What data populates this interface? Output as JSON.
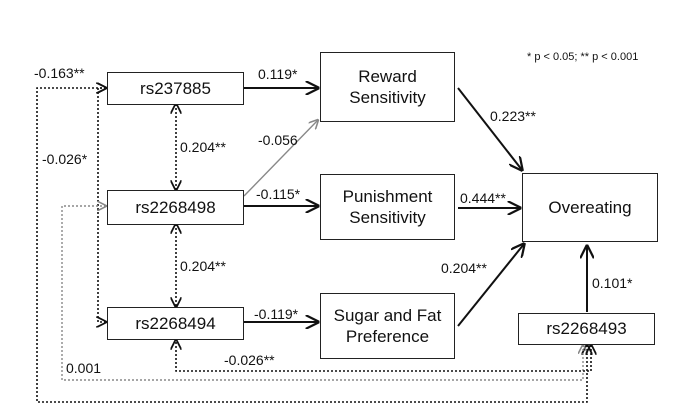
{
  "legend_note": "* p < 0.05; ** p < 0.001",
  "nodes": {
    "rs237885": "rs237885",
    "rs2268498": "rs2268498",
    "rs2268494": "rs2268494",
    "rs2268493": "rs2268493",
    "reward": "Reward\nSensitivity",
    "punishment": "Punishment\nSensitivity",
    "sugar_fat": "Sugar and Fat\nPreference",
    "overeating": "Overeating"
  },
  "paths": {
    "rs237885_reward": "0.119*",
    "rs2268498_reward": "-0.056",
    "rs2268498_punishment": "-0.115*",
    "rs2268494_sugar": "-0.119*",
    "reward_overeating": "0.223**",
    "punishment_overeating": "0.444**",
    "sugar_overeating": "0.204**",
    "rs2268493_overeating": "0.101*",
    "rs237885_rs2268498": "0.204**",
    "rs2268498_rs2268494": "0.204**",
    "rs2268493_rs237885": "-0.163**",
    "rs2268494_rs237885": "-0.026*",
    "rs2268493_rs2268498": "0.001",
    "rs2268493_rs2268494": "-0.026**"
  }
}
